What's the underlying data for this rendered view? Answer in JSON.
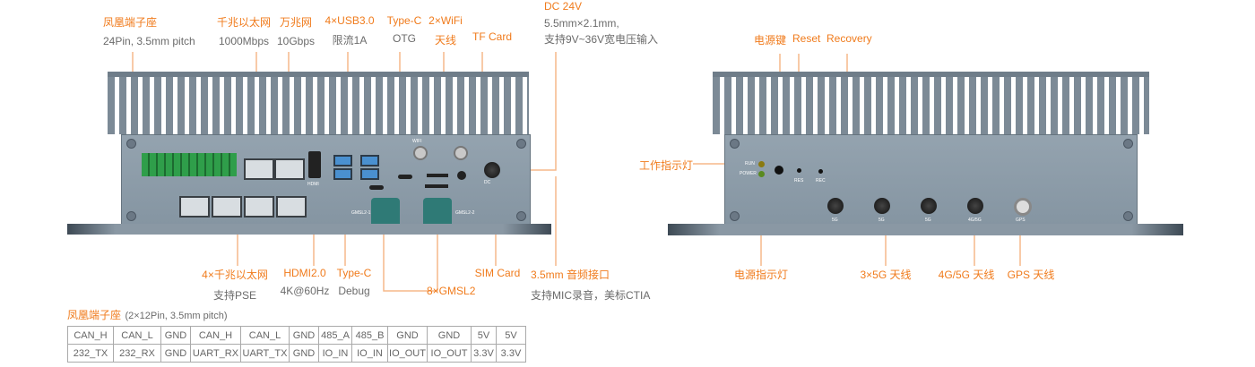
{
  "left_labels": {
    "terminal": {
      "title": "凤凰端子座",
      "sub": "24Pin, 3.5mm pitch"
    },
    "gbe": {
      "title": "千兆以太网",
      "sub": "1000Mbps"
    },
    "tenge": {
      "title": "万兆网",
      "sub": "10Gbps"
    },
    "usb": {
      "title": "4×USB3.0",
      "sub": "限流1A"
    },
    "typec_otg": {
      "title": "Type-C",
      "sub": "OTG"
    },
    "wifi": {
      "title": "2×WiFi",
      "sub": "天线"
    },
    "tf": {
      "title": "TF Card"
    },
    "dc": {
      "title": "DC 24V",
      "sub1": "5.5mm×2.1mm,",
      "sub2": "支持9V~36V宽电压输入"
    },
    "poe": {
      "title": "4×千兆以太网",
      "sub": "支持PSE"
    },
    "hdmi": {
      "title": "HDMI2.0",
      "sub": "4K@60Hz"
    },
    "typec_debug": {
      "title": "Type-C",
      "sub": "Debug"
    },
    "gmsl": {
      "title": "8×GMSL2"
    },
    "sim": {
      "title": "SIM Card"
    },
    "audio": {
      "title": "3.5mm 音频接口",
      "sub": "支持MIC录音，美标CTIA"
    }
  },
  "right_labels": {
    "power_key": "电源键",
    "reset": "Reset",
    "recovery": "Recovery",
    "run_led": "工作指示灯",
    "power_led": "电源指示灯",
    "ant5g": "3×5G 天线",
    "ant4g": "4G/5G 天线",
    "gps": "GPS 天线"
  },
  "panel_marks": {
    "run": "RUN",
    "power": "POWER",
    "res": "RES",
    "rec": "REC",
    "g5": "5G",
    "g45": "4G/5G",
    "gps": "GPS",
    "gmsl1": "GMSL2-1",
    "gmsl2": "GMSL2-2",
    "hdmi": "HDMI",
    "wifi": "WIFI",
    "dc": "DC"
  },
  "pin_table": {
    "title": "凤凰端子座",
    "subtitle": "(2×12Pin, 3.5mm pitch)",
    "rows": [
      [
        "CAN_H",
        "CAN_L",
        "GND",
        "CAN_H",
        "CAN_L",
        "GND",
        "485_A",
        "485_B",
        "GND",
        "GND",
        "5V",
        "5V"
      ],
      [
        "232_TX",
        "232_RX",
        "GND",
        "UART_RX",
        "UART_TX",
        "GND",
        "IO_IN",
        "IO_IN",
        "IO_OUT",
        "IO_OUT",
        "3.3V",
        "3.3V"
      ]
    ]
  },
  "colors": {
    "accent": "#f07b1c",
    "leader": "#f6b98a",
    "chassis": "#8c9ba8"
  }
}
